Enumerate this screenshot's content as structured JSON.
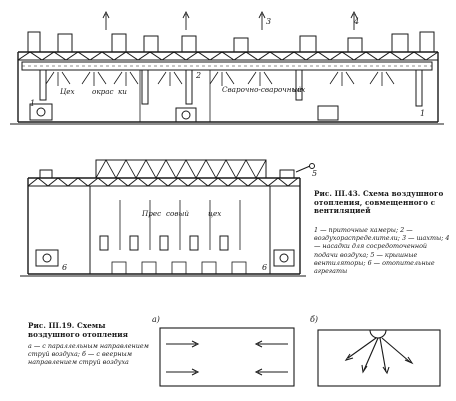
{
  "figure_43": {
    "title": "Рис. III.43. Схема воздушного отопления, совмещенного с вентиляцией",
    "legend": "1 — приточные камеры; 2 — воздухораспределители; 3 — шахты; 4 — насадки для сосредоточенной подачи воздуха; 5 — крышные вентиляторы; 6 — отопительные агрегаты",
    "upper_scheme": {
      "label_left": "Цех",
      "label_mid": "окрас",
      "label_mid2": "ки",
      "label_right": "Сварочно-сварочный",
      "label_right2": "цех",
      "callouts": [
        "1",
        "2",
        "3",
        "4",
        "1"
      ]
    },
    "lower_scheme": {
      "label": "Прес",
      "label2": "совый",
      "label3": "цех",
      "callouts": [
        "5",
        "6",
        "6"
      ]
    }
  },
  "figure_19": {
    "title": "Рис. III.19. Схемы воздушного отопления",
    "legend": "а — с параллельным направлением струй воздуха; б — с веерным направлением струй воздуха",
    "panel_a": "а)",
    "panel_b": "б)"
  }
}
